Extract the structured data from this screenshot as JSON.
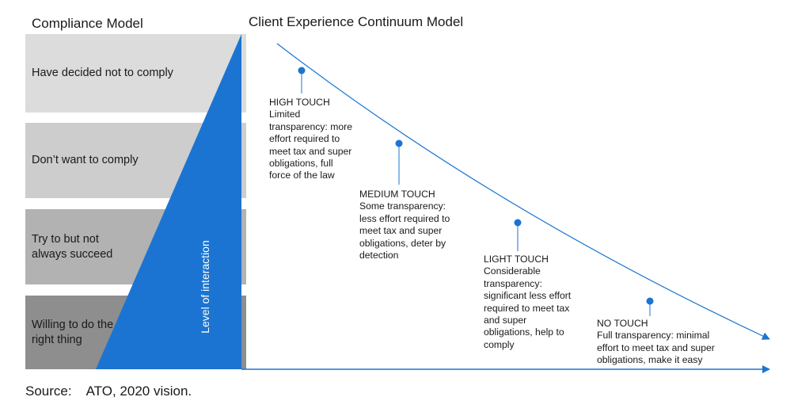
{
  "compliance_model": {
    "title": "Compliance Model",
    "bands": [
      {
        "label": "Have decided not to comply",
        "color": "#dcdcdc"
      },
      {
        "label": "Don’t want to comply",
        "color": "#cdcdcd"
      },
      {
        "label": "Try to but not\nalways succeed",
        "color": "#b2b2b2"
      },
      {
        "label": "Willing to do the\nright thing",
        "color": "#8e8e8e"
      }
    ],
    "wedge_label": "Level of interaction",
    "wedge_color": "#1b74d1"
  },
  "continuum": {
    "title": "Client Experience Continuum Model",
    "line_color": "#1b74d1",
    "stages": [
      {
        "title": "HIGH TOUCH",
        "description": "Limited\ntransparency: more\neffort required to\nmeet tax and super\nobligations, full\nforce of the law"
      },
      {
        "title": "MEDIUM TOUCH",
        "description": "Some transparency:\nless effort required to\nmeet tax and super\nobligations, deter by\ndetection"
      },
      {
        "title": "LIGHT TOUCH",
        "description": "Considerable\ntransparency:\nsignificant less effort\nrequired to meet tax\nand super\nobligations, help to\ncomply"
      },
      {
        "title": "NO TOUCH",
        "description": "Full transparency: minimal\neffort to meet tax and super\nobligations, make it easy"
      }
    ]
  },
  "source": {
    "label": "Source:",
    "text": "ATO, 2020 vision."
  }
}
